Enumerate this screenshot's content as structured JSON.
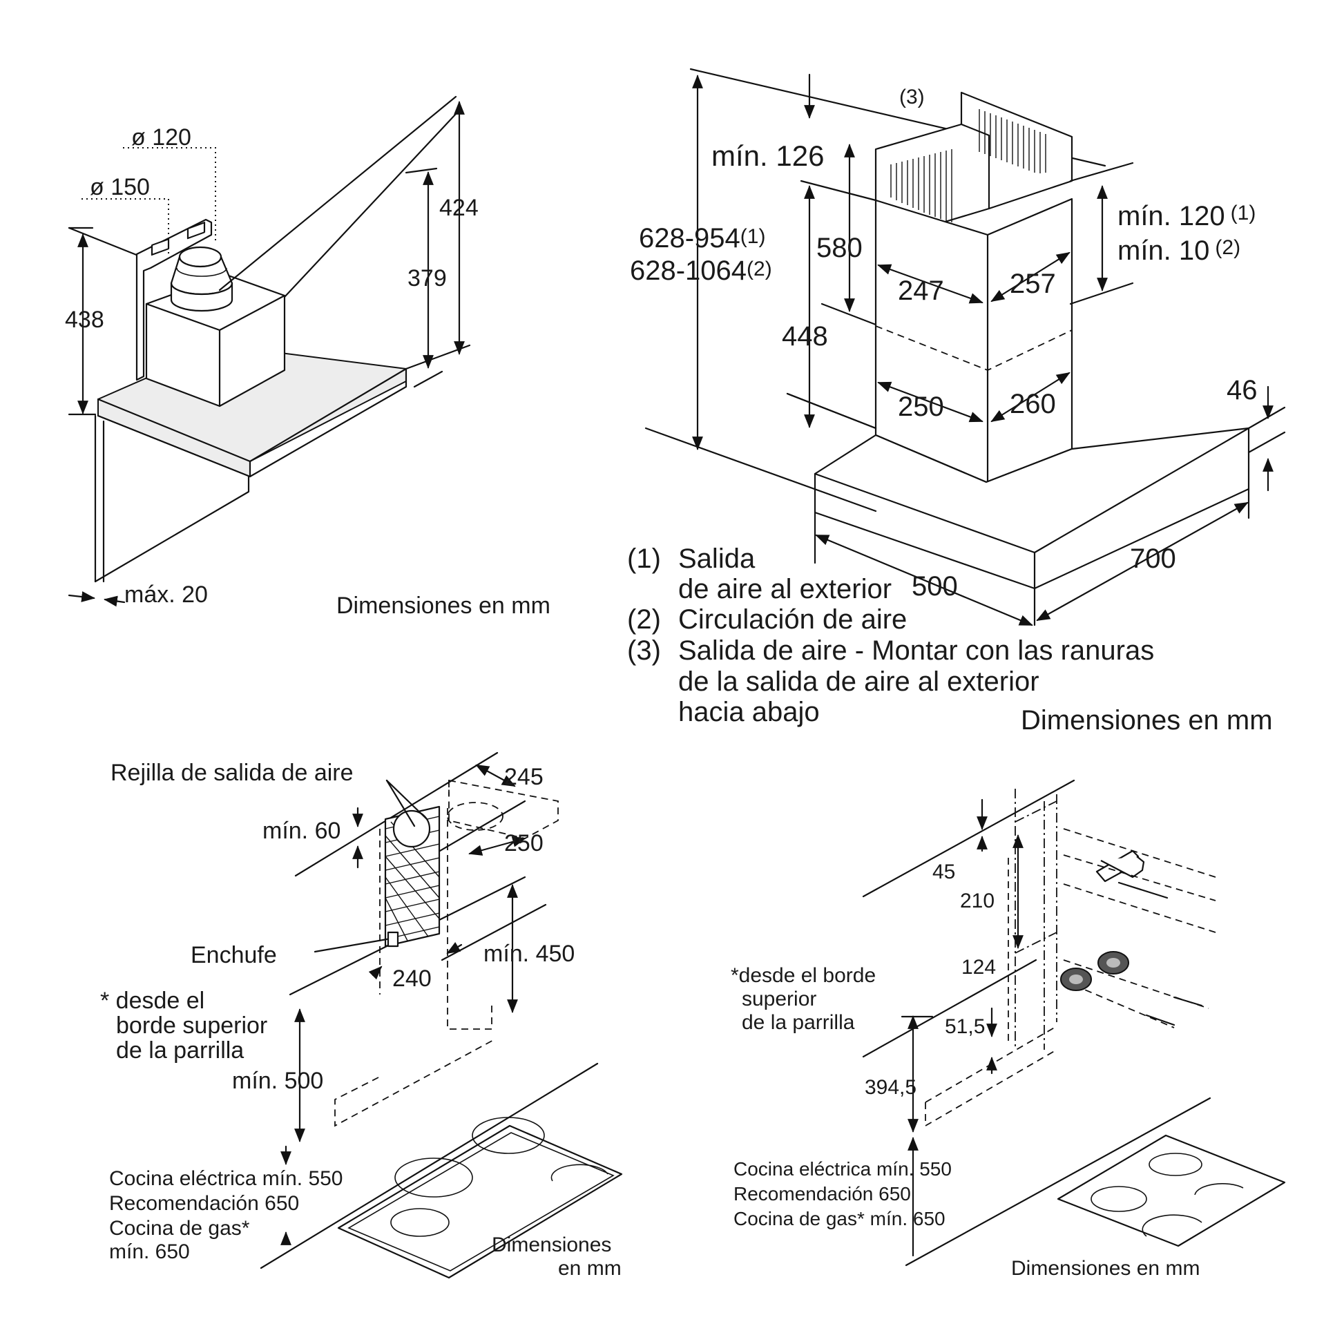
{
  "panel_tl": {
    "dim_d120": "ø 120",
    "dim_d150": "ø 150",
    "dim_424": "424",
    "dim_379": "379",
    "dim_438": "438",
    "dim_max20": "máx. 20",
    "caption": "Dimensiones en mm"
  },
  "panel_tr": {
    "label_3": "(3)",
    "dim_min126": "mín. 126",
    "dim_range1": "628-954",
    "dim_range1_note": "(1)",
    "dim_range2": "628-1064",
    "dim_range2_note": "(2)",
    "dim_580": "580",
    "dim_448": "448",
    "dim_247": "247",
    "dim_257": "257",
    "dim_250": "250",
    "dim_260": "260",
    "dim_min120": "mín. 120",
    "dim_min120_note": "(1)",
    "dim_min10": "mín. 10",
    "dim_min10_note": "(2)",
    "dim_46": "46",
    "dim_500": "500",
    "dim_700": "700",
    "legend": [
      {
        "num": "(1)",
        "lines": [
          "Salida",
          "de aire al exterior"
        ]
      },
      {
        "num": "(2)",
        "lines": [
          "Circulación de aire"
        ]
      },
      {
        "num": "(3)",
        "lines": [
          "Salida de aire - Montar con las ranuras",
          "de la salida de aire al exterior",
          "hacia abajo"
        ]
      }
    ],
    "caption": "Dimensiones en mm"
  },
  "panel_bl": {
    "grille_label": "Rejilla de salida de aire",
    "dim_245": "245",
    "dim_250": "250",
    "dim_min60": "mín. 60",
    "socket_label": "Enchufe",
    "dim_240": "240",
    "dim_min450": "mín. 450",
    "note_lines": [
      "* desde el",
      "borde superior",
      "de la parrilla"
    ],
    "dim_min500": "mín. 500",
    "hob_lines": [
      "Cocina eléctrica mín. 550",
      "Recomendación 650",
      "Cocina de gas*",
      "mín. 650"
    ],
    "caption_lines": [
      "Dimensiones",
      "en mm"
    ]
  },
  "panel_br": {
    "dim_45": "45",
    "dim_210": "210",
    "dim_124": "124",
    "dim_51_5": "51,5",
    "dim_394_5": "394,5",
    "note_lines": [
      "*desde el borde",
      "superior",
      "de la parrilla"
    ],
    "hob_lines": [
      "Cocina eléctrica mín. 550",
      "Recomendación 650",
      "Cocina de gas* mín. 650"
    ],
    "caption": "Dimensiones en mm"
  }
}
